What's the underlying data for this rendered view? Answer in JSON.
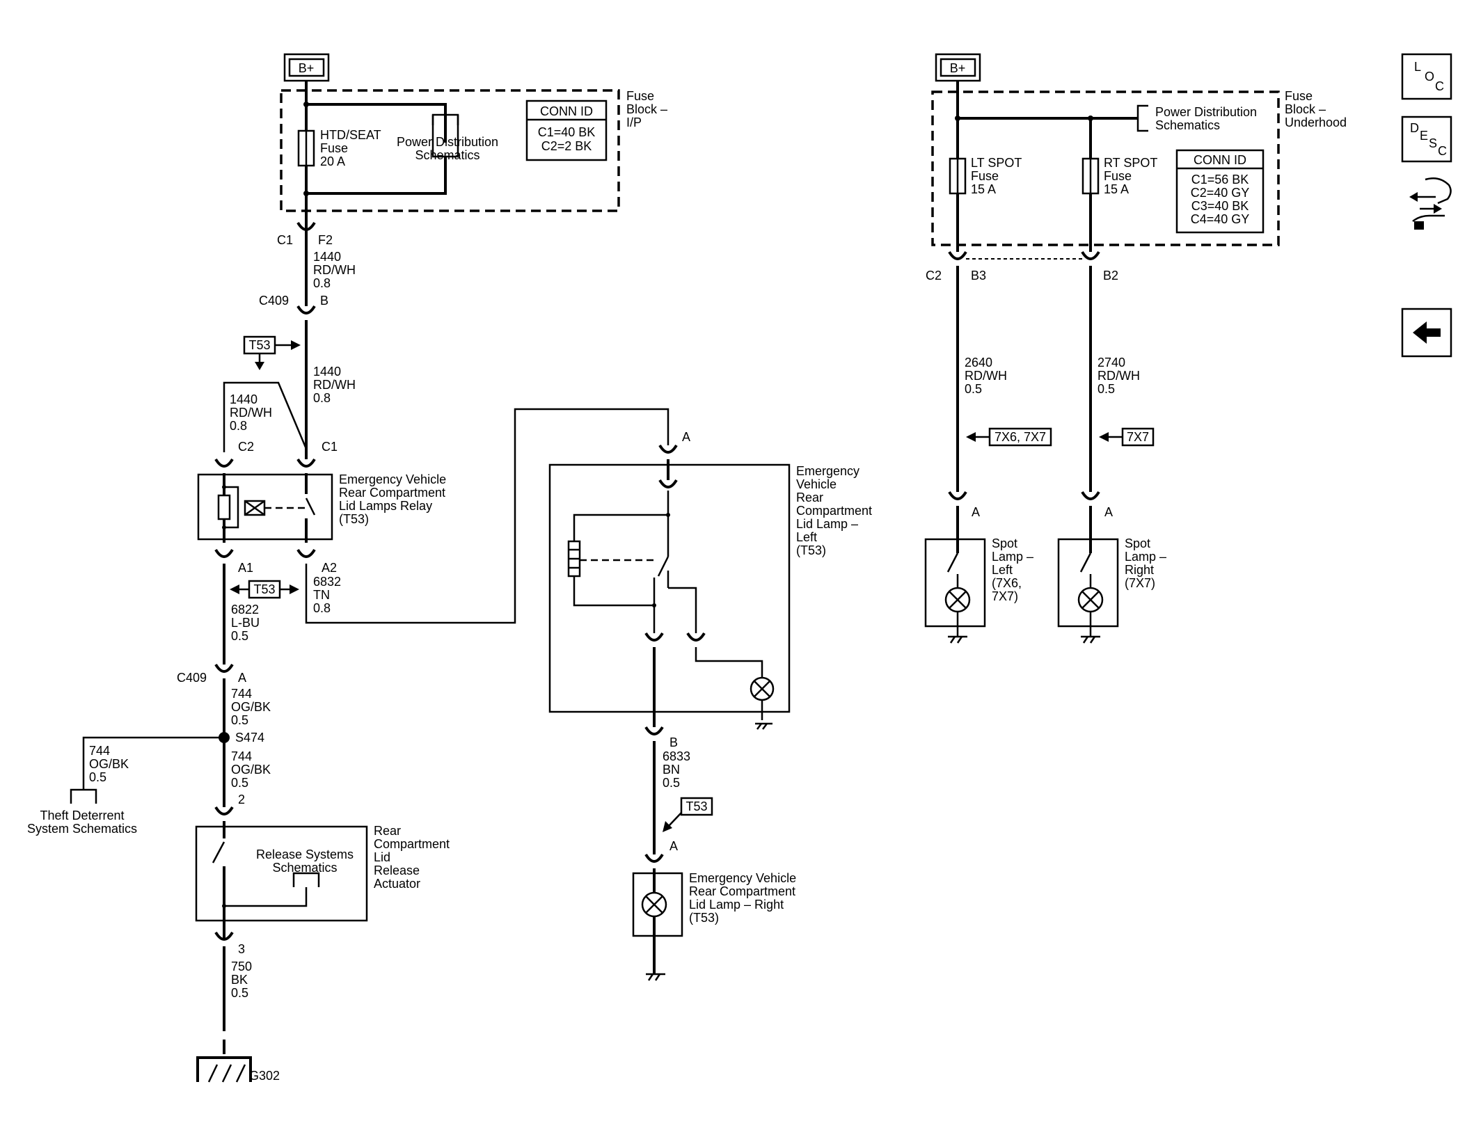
{
  "power": {
    "left": "B+",
    "right": "B+"
  },
  "fuse_block_ip": {
    "title": [
      "Fuse",
      "Block –",
      "I/P"
    ],
    "fuse": [
      "HTD/SEAT",
      "Fuse",
      "20 A"
    ],
    "pds": [
      "Power Distribution",
      "Schematics"
    ],
    "conn_id": {
      "header": "CONN ID",
      "rows": [
        "C1=40 BK",
        "C2=2 BK"
      ]
    }
  },
  "fuse_block_uh": {
    "title": [
      "Fuse",
      "Block –",
      "Underhood"
    ],
    "pds": [
      "Power Distribution",
      "Schematics"
    ],
    "fuse_lt": [
      "LT SPOT",
      "Fuse",
      "15 A"
    ],
    "fuse_rt": [
      "RT SPOT",
      "Fuse",
      "15 A"
    ],
    "conn_id": {
      "header": "CONN ID",
      "rows": [
        "C1=56 BK",
        "C2=40 GY",
        "C3=40 BK",
        "C4=40 GY"
      ]
    }
  },
  "connectors": {
    "c1_f2": [
      "C1",
      "F2"
    ],
    "c409_b": [
      "C409",
      "B"
    ],
    "relay_c2": "C2",
    "relay_c1": "C1",
    "relay_a1": "A1",
    "relay_a2": "A2",
    "c409_a": [
      "C409",
      "A"
    ],
    "s474": "S474",
    "act_2": "2",
    "act_3": "3",
    "lampL_a": "A",
    "lampL_b": "B",
    "lampR_a": "A",
    "uh_c2_b3": [
      "C2",
      "B3"
    ],
    "uh_b2": "B2",
    "spotL_a": "A",
    "spotR_a": "A"
  },
  "wires": {
    "w1440_a": [
      "1440",
      "RD/WH",
      "0.8"
    ],
    "w1440_b": [
      "1440",
      "RD/WH",
      "0.8"
    ],
    "w1440_c": [
      "1440",
      "RD/WH",
      "0.8"
    ],
    "w6832": [
      "6832",
      "TN",
      "0.8"
    ],
    "w6822": [
      "6822",
      "L-BU",
      "0.5"
    ],
    "w744_a": [
      "744",
      "OG/BK",
      "0.5"
    ],
    "w744_b": [
      "744",
      "OG/BK",
      "0.5"
    ],
    "w744_c": [
      "744",
      "OG/BK",
      "0.5"
    ],
    "w750": [
      "750",
      "BK",
      "0.5"
    ],
    "w6833": [
      "6833",
      "BN",
      "0.5"
    ],
    "w2640": [
      "2640",
      "RD/WH",
      "0.5"
    ],
    "w2740": [
      "2740",
      "RD/WH",
      "0.5"
    ]
  },
  "options": {
    "t53_a": "T53",
    "t53_b": "T53",
    "t53_c": "T53",
    "opt_7x6_7x7": "7X6, 7X7",
    "opt_7x7": "7X7"
  },
  "components": {
    "relay": [
      "Emergency Vehicle",
      "Rear Compartment",
      "Lid Lamps Relay",
      "(T53)"
    ],
    "lamp_left": [
      "Emergency",
      "Vehicle",
      "Rear",
      "Compartment",
      "Lid Lamp –",
      "Left",
      "(T53)"
    ],
    "lamp_right": [
      "Emergency Vehicle",
      "Rear Compartment",
      "Lid Lamp – Right",
      "(T53)"
    ],
    "actuator": [
      "Rear",
      "Compartment",
      "Lid",
      "Release",
      "Actuator"
    ],
    "release_systems": [
      "Release Systems",
      "Schematics"
    ],
    "theft": [
      "Theft Deterrent",
      "System Schematics"
    ],
    "ground": "G302",
    "spot_left": [
      "Spot",
      "Lamp –",
      "Left",
      "(7X6,",
      "7X7)"
    ],
    "spot_right": [
      "Spot",
      "Lamp –",
      "Right",
      "(7X7)"
    ]
  },
  "nav": {
    "loc": [
      "L",
      "O",
      "C"
    ],
    "desc": [
      "D",
      "E",
      "S",
      "C"
    ]
  }
}
